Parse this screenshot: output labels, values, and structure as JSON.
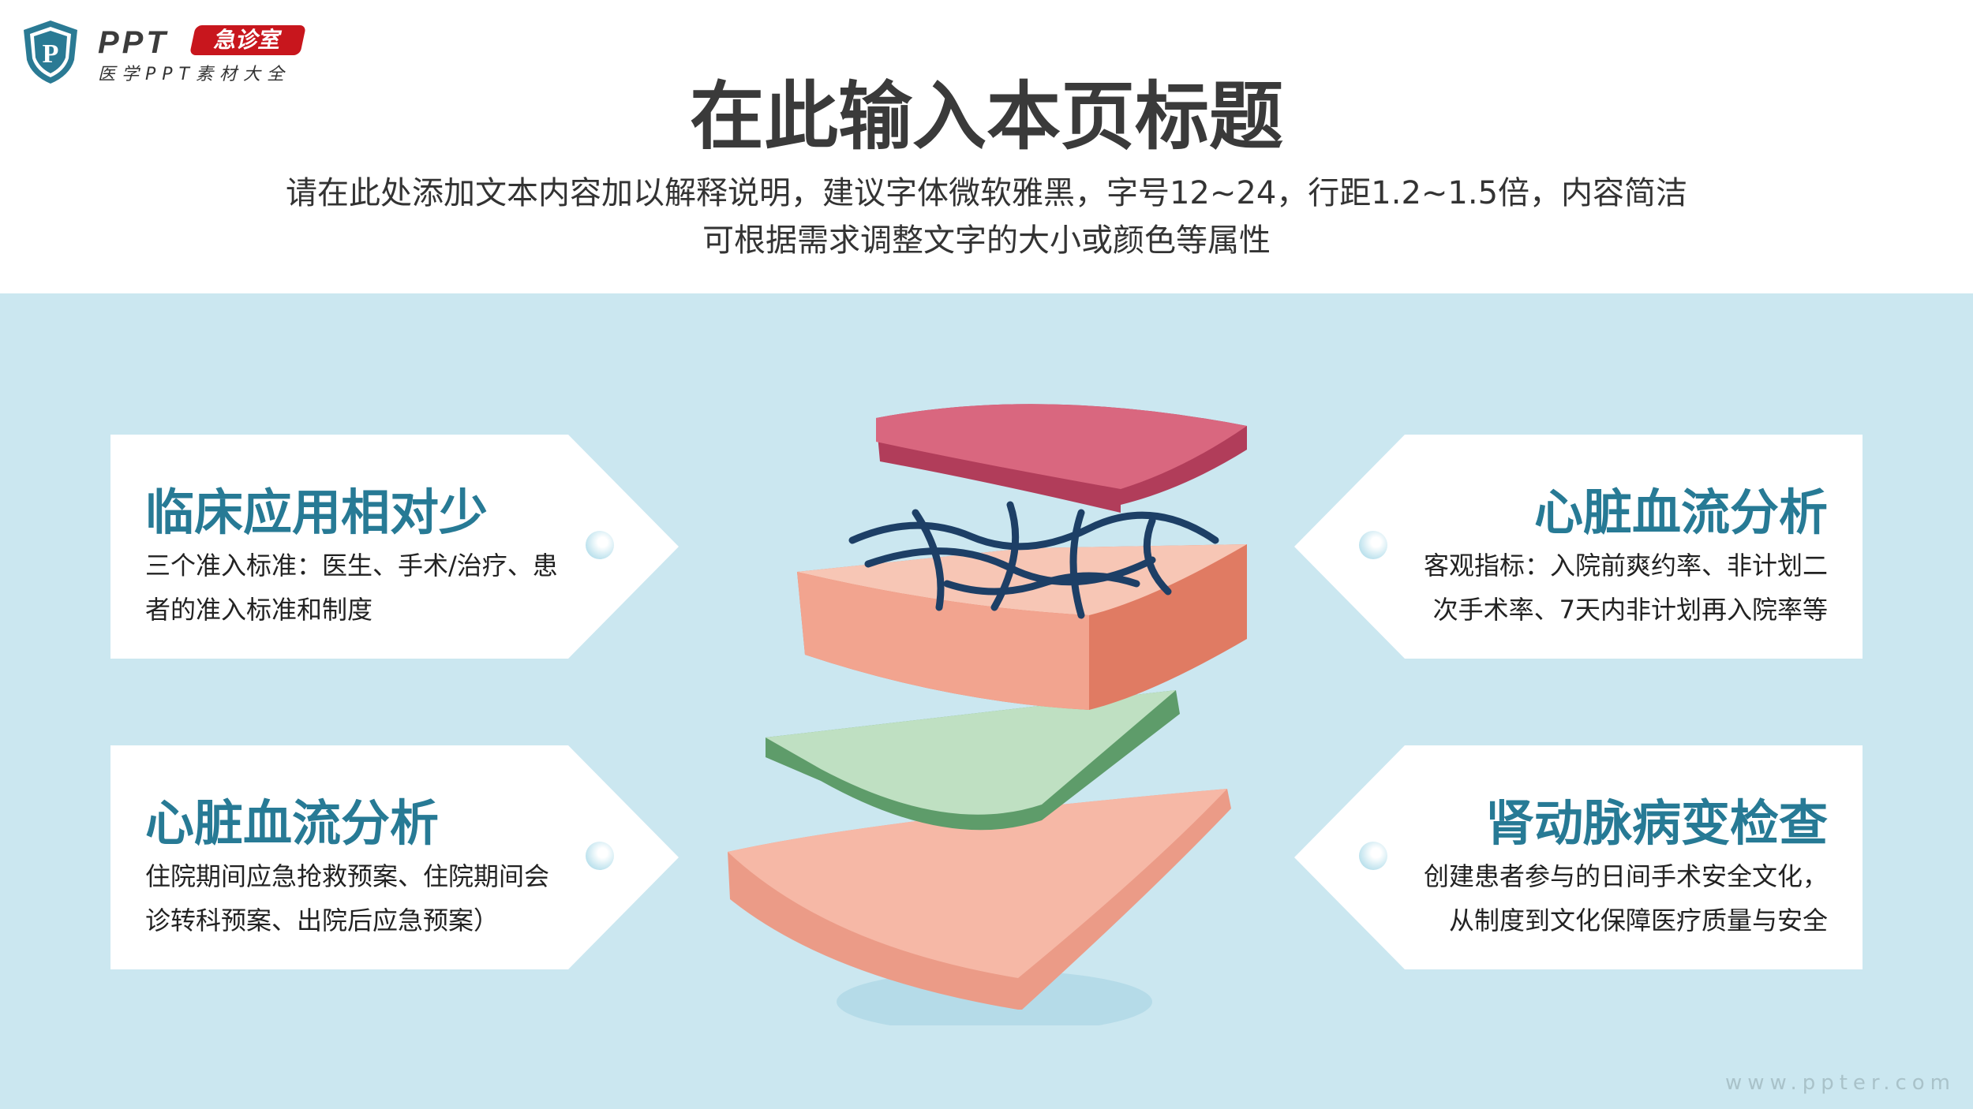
{
  "logo": {
    "brand": "PPT",
    "badge": "急诊室",
    "subtitle": "医学PPT素材大全",
    "colors": {
      "shield": "#2a7a94",
      "badge": "#c8161d"
    }
  },
  "title": "在此输入本页标题",
  "intro": [
    "请在此处添加文本内容加以解释说明，建议字体微软雅黑，字号12~24，行距1.2~1.5倍，内容简洁",
    "可根据需求调整文字的大小或颜色等属性"
  ],
  "cards": [
    {
      "heading": "临床应用相对少",
      "body": "三个准入标准：医生、手术/治疗、患者的准入标准和制度"
    },
    {
      "heading": "心脏血流分析",
      "body": "客观指标：入院前爽约率、非计划二次手术率、7天内非计划再入院率等"
    },
    {
      "heading": "心脏血流分析",
      "body": "住院期间应急抢救预案、住院期间会诊转科预案、出院后应急预案）"
    },
    {
      "heading": "肾动脉病变检查",
      "body": "创建患者参与的日间手术安全文化，从制度到文化保障医疗质量与安全"
    }
  ],
  "watermark": "www.ppter.com",
  "colors": {
    "band": "#cbe7f0",
    "heading": "#277a95"
  }
}
